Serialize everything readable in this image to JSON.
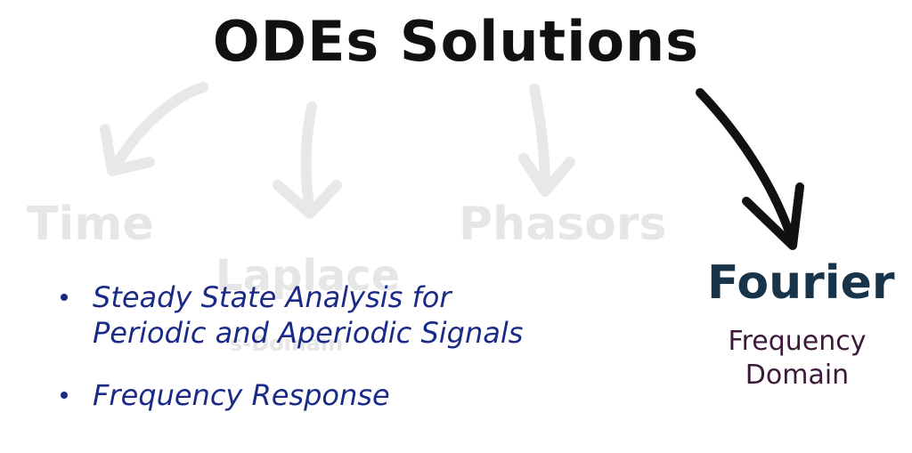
{
  "title": "ODEs Solutions",
  "branches": {
    "time": "Time",
    "laplace": "Laplace",
    "laplace_sub": "s-Domain",
    "phasors": "Phasors",
    "fourier": "Fourier",
    "fourier_sub": "Frequency Domain"
  },
  "bullets": [
    "Steady State Analysis for Periodic and Aperiodic Signals",
    "Frequency Response"
  ],
  "colors": {
    "title": "#111111",
    "faded": "#e6e6e6",
    "fourier": "#17344a",
    "fourier_sub": "#3d1a3b",
    "bullets": "#1a2a86",
    "active_arrow": "#111111"
  }
}
